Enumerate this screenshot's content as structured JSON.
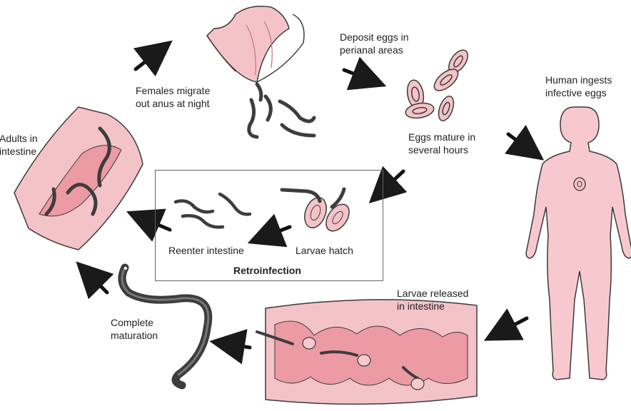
{
  "labels": {
    "deposit_eggs": [
      "Deposit eggs in",
      "perianal areas"
    ],
    "females_migrate": [
      "Females migrate",
      "out anus at night"
    ],
    "eggs_mature": [
      "Eggs mature in",
      "several hours"
    ],
    "human_ingests": [
      "Human ingests",
      "infective eggs"
    ],
    "adults_intestine": [
      "Adults in",
      "intestine"
    ],
    "reenter_intestine": "Reenter intestine",
    "larvae_hatch": "Larvae hatch",
    "retroinfection": "Retroinfection",
    "larvae_released": [
      "Larvae released",
      "in intestine"
    ],
    "complete_maturation": [
      "Complete",
      "maturation"
    ]
  },
  "colors": {
    "tissue_pink": "#f4c3c8",
    "tissue_deep": "#ec9aa4",
    "outline": "#3a3a3a",
    "worm": "#3d3d3d",
    "skin": "#f7c9cf"
  },
  "icons": [
    "cycle-arrow-icon",
    "pinworm-icon",
    "egg-icon",
    "human-body-icon",
    "intestine-icon"
  ]
}
